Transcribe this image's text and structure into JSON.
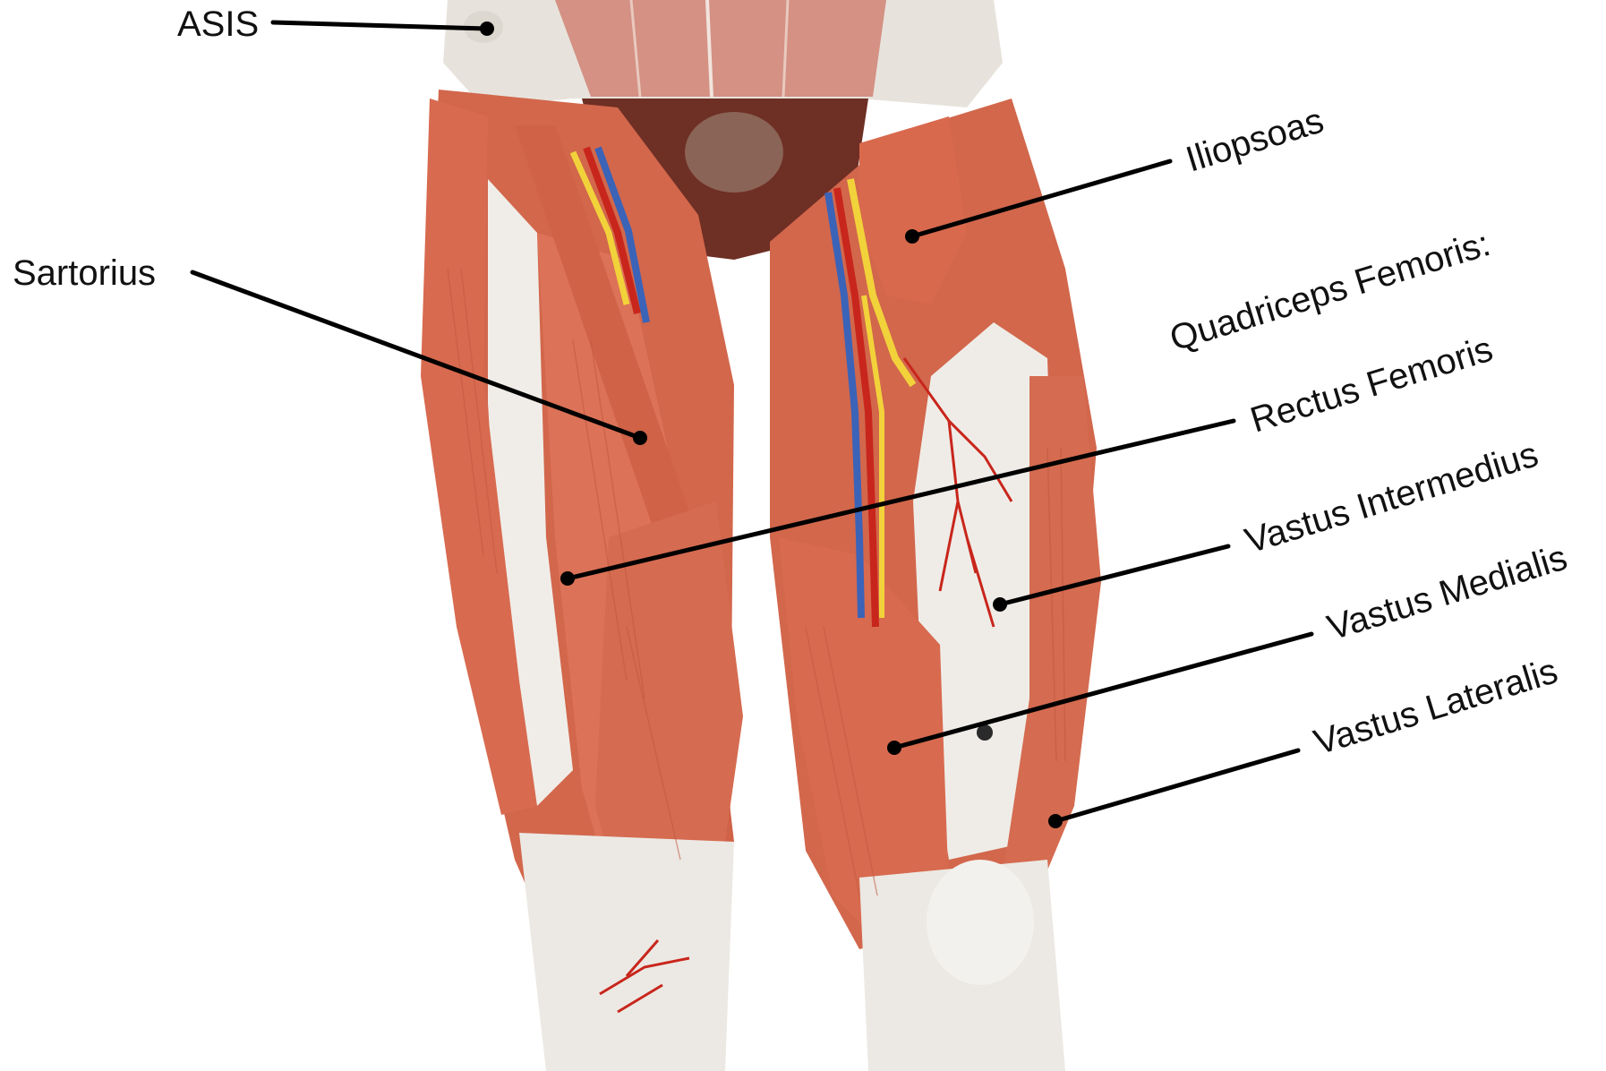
{
  "colors": {
    "background": "#ffffff",
    "muscle": "#d86a4f",
    "muscle_dark": "#b84f38",
    "tendon": "#ece9e4",
    "artery": "#c8261c",
    "vein": "#3b63b8",
    "nerve": "#f2d23a",
    "label_text": "#111111",
    "leader_line": "#000000"
  },
  "labels": {
    "asis": "ASIS",
    "sartorius": "Sartorius",
    "iliopsoas": "Iliopsoas",
    "quadriceps_heading": "Quadriceps Femoris:",
    "rectus_femoris": "Rectus Femoris",
    "vastus_intermedius": "Vastus Intermedius",
    "vastus_medialis": "Vastus Medialis",
    "vastus_lateralis": "Vastus Lateralis"
  }
}
